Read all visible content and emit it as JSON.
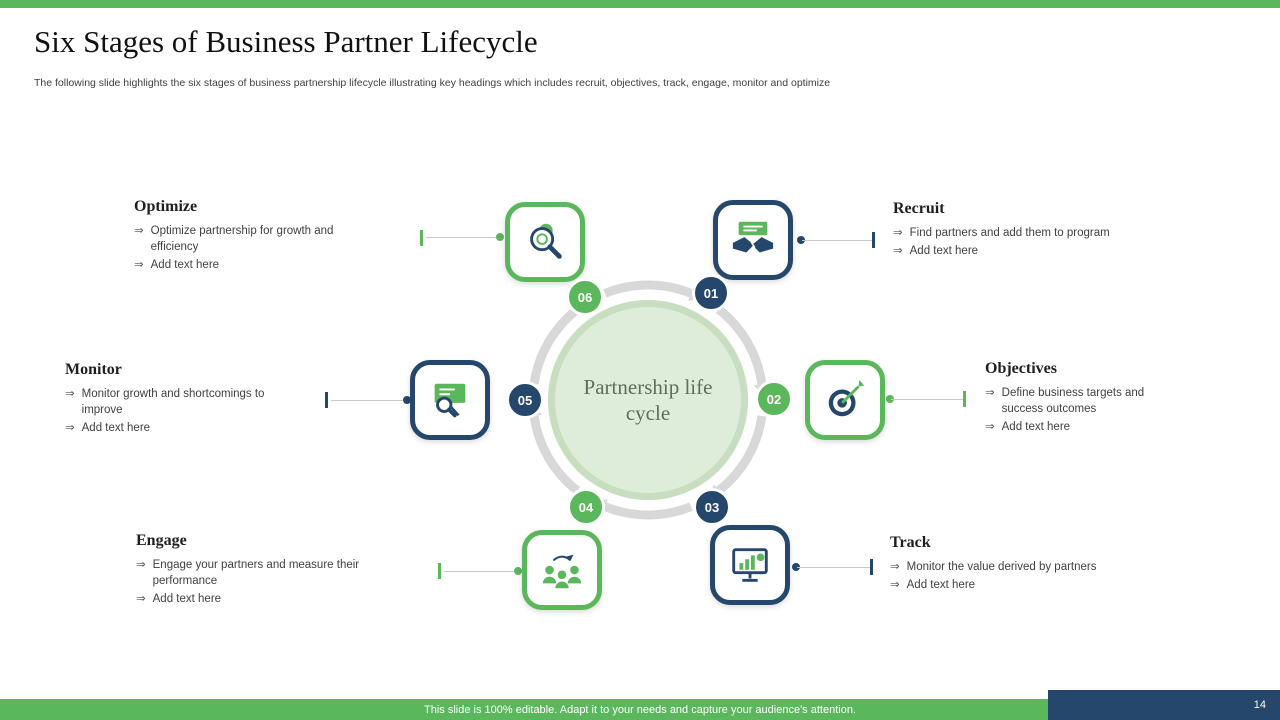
{
  "slide": {
    "title": "Six Stages of Business Partner Lifecycle",
    "subtitle": "The following slide highlights the six stages of business partnership lifecycle illustrating key headings which includes recruit, objectives, track, engage, monitor and optimize",
    "center_label": "Partnership life cycle",
    "footer_note": "This slide is 100% editable. Adapt it to your needs and capture your audience's attention.",
    "page_number": "14"
  },
  "ui": {
    "bullet_marker": "⇒"
  },
  "colors": {
    "green": "#5BB75B",
    "dark_blue": "#26476C",
    "light_green": "#DEEDDA",
    "arrow_gray": "#D8D8D8"
  },
  "stages": [
    {
      "number": "01",
      "title": "Recruit",
      "color": "blue",
      "icon": "handshake-icon",
      "bullets": [
        "Find partners and add them to program",
        "Add text here"
      ]
    },
    {
      "number": "02",
      "title": "Objectives",
      "color": "green",
      "icon": "target-arrow-icon",
      "bullets": [
        "Define business targets and success outcomes",
        "Add text here"
      ]
    },
    {
      "number": "03",
      "title": "Track",
      "color": "blue",
      "icon": "monitor-chart-icon",
      "bullets": [
        "Monitor the value derived by partners",
        "Add text here"
      ]
    },
    {
      "number": "04",
      "title": "Engage",
      "color": "green",
      "icon": "people-sync-icon",
      "bullets": [
        "Engage your partners and measure their performance",
        "Add text here"
      ]
    },
    {
      "number": "05",
      "title": "Monitor",
      "color": "blue",
      "icon": "presentation-magnifier-icon",
      "bullets": [
        "Monitor growth and shortcomings to improve",
        "Add text here"
      ]
    },
    {
      "number": "06",
      "title": "Optimize",
      "color": "green",
      "icon": "magnifier-gear-icon",
      "bullets": [
        "Optimize partnership for growth and efficiency",
        "Add text here"
      ]
    }
  ]
}
